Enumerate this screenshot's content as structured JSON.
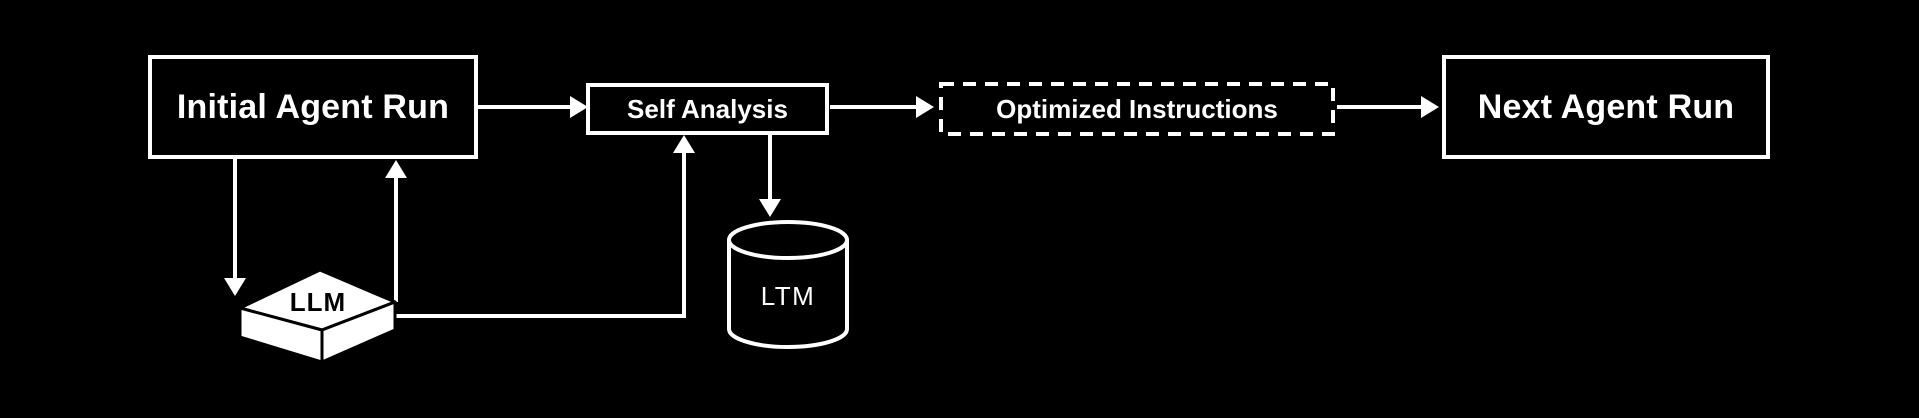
{
  "colors": {
    "background": "#000000",
    "foreground": "#ffffff"
  },
  "nodes": {
    "initial_agent_run": {
      "label": "Initial Agent Run",
      "shape": "rectangle",
      "border": "solid"
    },
    "self_analysis": {
      "label": "Self Analysis",
      "shape": "rectangle",
      "border": "solid"
    },
    "optimized_instructions": {
      "label": "Optimized Instructions",
      "shape": "rectangle",
      "border": "dashed"
    },
    "next_agent_run": {
      "label": "Next Agent Run",
      "shape": "rectangle",
      "border": "solid"
    },
    "llm": {
      "label": "LLM",
      "shape": "isometric-chip"
    },
    "ltm": {
      "label": "LTM",
      "shape": "cylinder"
    }
  },
  "edges": [
    {
      "from": "initial_agent_run",
      "to": "self_analysis",
      "style": "solid-arrow"
    },
    {
      "from": "self_analysis",
      "to": "optimized_instructions",
      "style": "solid-arrow"
    },
    {
      "from": "optimized_instructions",
      "to": "next_agent_run",
      "style": "solid-arrow"
    },
    {
      "from": "initial_agent_run",
      "to": "llm",
      "style": "solid-arrow"
    },
    {
      "from": "llm",
      "to": "initial_agent_run",
      "style": "solid-arrow"
    },
    {
      "from": "llm",
      "to": "self_analysis",
      "style": "solid-arrow-elbow"
    },
    {
      "from": "self_analysis",
      "to": "ltm",
      "style": "solid-arrow"
    }
  ]
}
